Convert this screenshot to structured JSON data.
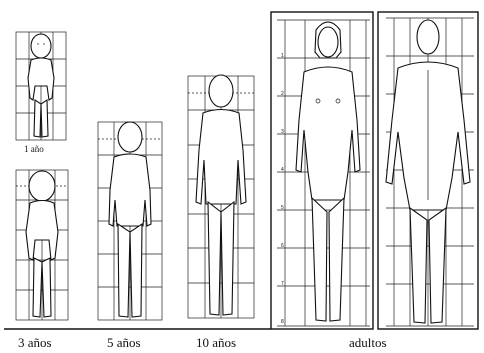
{
  "labels": {
    "one_year": "1 año",
    "three_years": "3 años",
    "five_years": "5 años",
    "ten_years": "10 años",
    "adults": "adultos"
  },
  "figures": [
    {
      "label": "1 año",
      "head_units": 4
    },
    {
      "label": "3 años",
      "head_units": 5
    },
    {
      "label": "5 años",
      "head_units": 6
    },
    {
      "label": "10 años",
      "head_units": 7
    },
    {
      "label": "adultos",
      "head_units": 8
    },
    {
      "label": "adultos",
      "head_units": 8
    }
  ],
  "female_scale": [
    "1",
    "2",
    "3",
    "4",
    "5",
    "6",
    "7",
    "8"
  ]
}
